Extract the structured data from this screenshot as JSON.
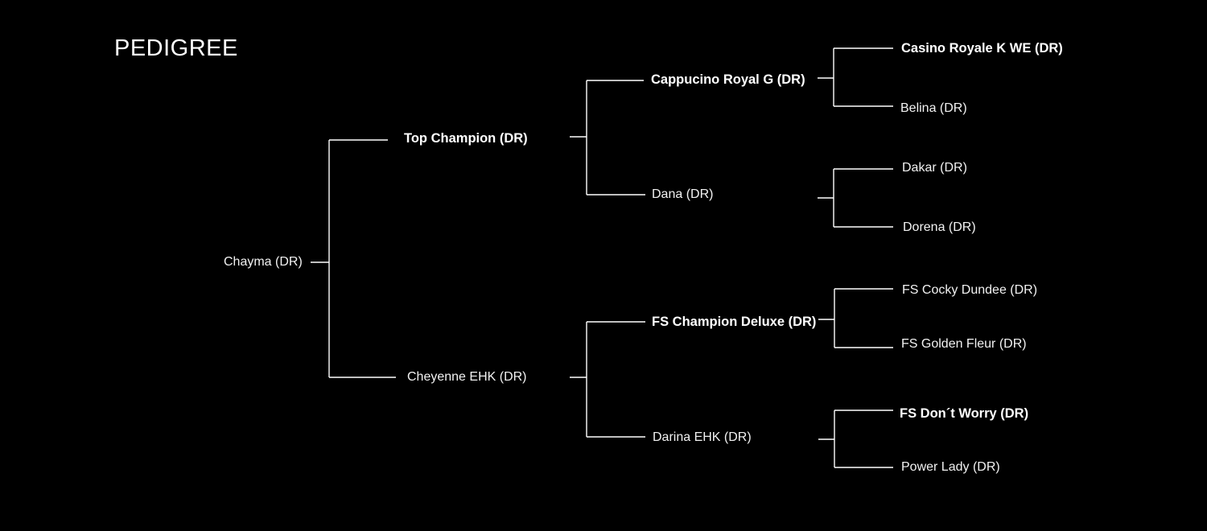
{
  "title": "PEDIGREE",
  "subject": {
    "name": "Chayma (DR)",
    "bold": false
  },
  "sire": {
    "name": "Top Champion (DR)",
    "bold": true
  },
  "dam": {
    "name": "Cheyenne EHK (DR)",
    "bold": false
  },
  "sire_sire": {
    "name": "Cappucino Royal G (DR)",
    "bold": true
  },
  "sire_dam": {
    "name": "Dana (DR)",
    "bold": false
  },
  "dam_sire": {
    "name": "FS Champion Deluxe (DR)",
    "bold": true
  },
  "dam_dam": {
    "name": "Darina EHK (DR)",
    "bold": false
  },
  "sire_sire_sire": {
    "name": "Casino Royale K WE (DR)",
    "bold": true
  },
  "sire_sire_dam": {
    "name": "Belina (DR)",
    "bold": false
  },
  "sire_dam_sire": {
    "name": "Dakar (DR)",
    "bold": false
  },
  "sire_dam_dam": {
    "name": "Dorena (DR)",
    "bold": false
  },
  "dam_sire_sire": {
    "name": "FS Cocky Dundee (DR)",
    "bold": false
  },
  "dam_sire_dam": {
    "name": "FS Golden Fleur (DR)",
    "bold": false
  },
  "dam_dam_sire": {
    "name": "FS Don´t Worry (DR)",
    "bold": true
  },
  "dam_dam_dam": {
    "name": "Power Lady (DR)",
    "bold": false
  },
  "colors": {
    "background": "#000000",
    "text": "#ffffff",
    "lines": "#ffffff"
  }
}
